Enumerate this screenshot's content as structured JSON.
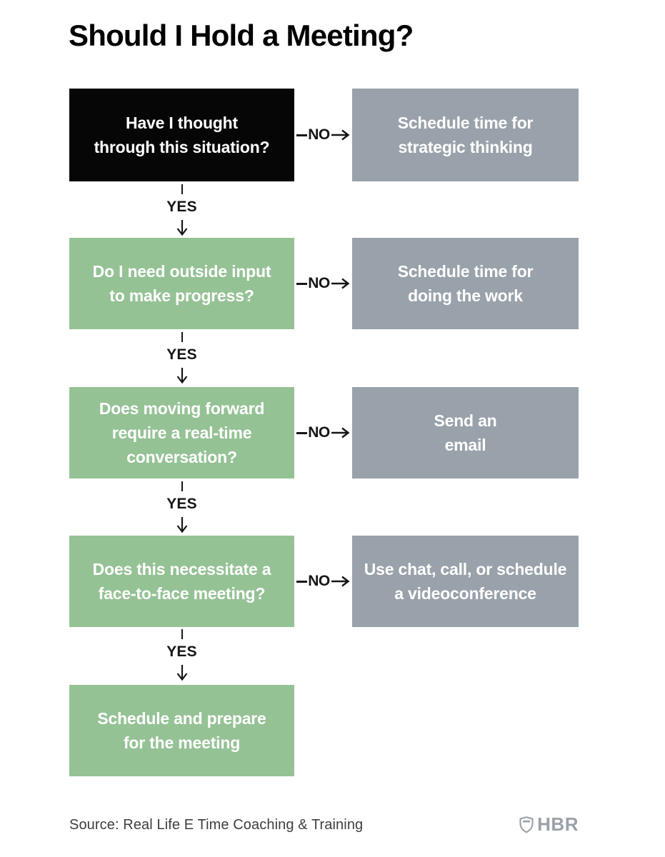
{
  "header": {
    "title": "Should I Hold a Meeting?"
  },
  "flow": {
    "yes_label": "YES",
    "no_label": "NO",
    "rows": [
      {
        "question": [
          "Have I thought",
          "through this situation?"
        ],
        "outcome": [
          "Schedule time for",
          "strategic thinking"
        ]
      },
      {
        "question": [
          "Do I need outside input",
          "to make progress?"
        ],
        "outcome": [
          "Schedule time for",
          "doing the work"
        ]
      },
      {
        "question": [
          "Does moving forward",
          "require a real-time",
          "conversation?"
        ],
        "outcome": [
          "Send an",
          "email"
        ]
      },
      {
        "question": [
          "Does this necessitate a",
          "face-to-face meeting?"
        ],
        "outcome": [
          "Use chat, call, or schedule",
          "a videoconference"
        ]
      }
    ],
    "final": [
      "Schedule and prepare",
      "for the meeting"
    ]
  },
  "footer": {
    "source": "Source: Real Life E Time Coaching & Training",
    "brand": "HBR"
  },
  "colors": {
    "start_box": "#060606",
    "question_box": "#95c295",
    "outcome_box": "#99a2aa",
    "connector": "#161616",
    "brand_gray": "#9aa1a8"
  },
  "icons": {
    "right_arrow": "right-arrow",
    "down_arrow": "down-arrow",
    "shield": "hbr-shield"
  }
}
